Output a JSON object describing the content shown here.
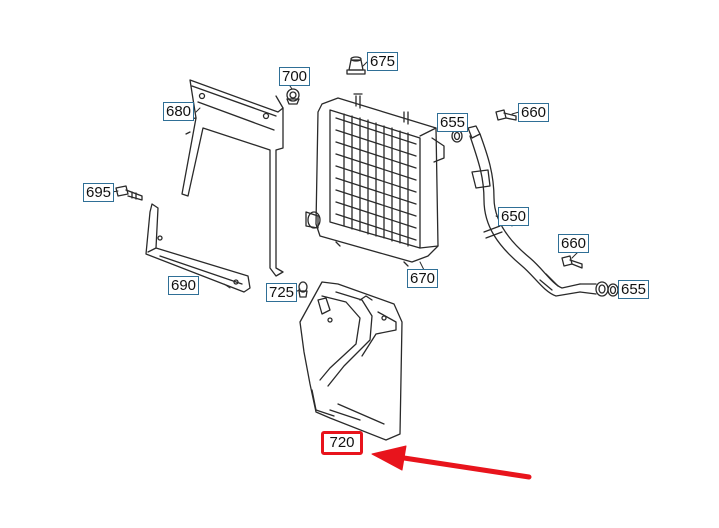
{
  "callouts": {
    "c675": "675",
    "c700": "700",
    "c680": "680",
    "c655a": "655",
    "c660a": "660",
    "c695": "695",
    "c650": "650",
    "c660b": "660",
    "c690": "690",
    "c725": "725",
    "c670": "670",
    "c655b": "655",
    "c720": "720"
  },
  "colors": {
    "line": "#2a2a2a",
    "callout_border": "#2f6f96",
    "highlight": "#e8141c"
  }
}
